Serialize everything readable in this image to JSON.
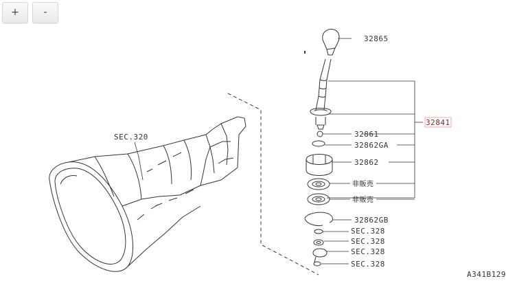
{
  "zoom": {
    "in_label": "+",
    "out_label": "-"
  },
  "labels": {
    "sec320": "SEC.320",
    "p32865": "32865",
    "p32841": "32841",
    "p32861": "32861",
    "p32862ga": "32862GA",
    "p32862": "32862",
    "discontinued1": "非販売",
    "discontinued2": "非販売",
    "p32862gb": "32862GB",
    "sec328_1": "SEC.328",
    "sec328_2": "SEC.328",
    "sec328_3": "SEC.328",
    "sec328_4": "SEC.328",
    "figure_code": "A341B129"
  },
  "colors": {
    "line": "#333333",
    "highlight_box": "#f2b8b8"
  }
}
